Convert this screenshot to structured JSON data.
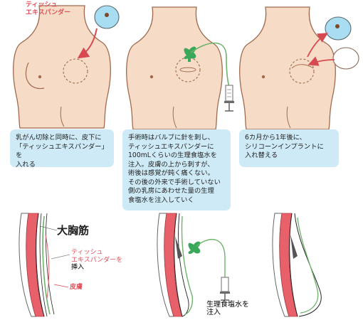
{
  "labels": {
    "tissue_expander_line1": "ティッシュ",
    "tissue_expander_line2": "エキスパンダー",
    "pectoralis_major": "大胸筋",
    "inserted_expander_line1": "ティッシュ",
    "inserted_expander_line2": "エキスパンダーを",
    "inserted_expander_line3": "挿入",
    "skin": "皮膚",
    "saline_line1": "生理食塩水を",
    "saline_line2": "注入"
  },
  "steps": [
    {
      "lines": [
        "乳がん切除と同時に、皮下に",
        "「ティッシュエキスパンダー」を",
        "入れる"
      ]
    },
    {
      "lines": [
        "手術時はバルブに針を刺し、",
        "ティッシュエキスパンダーに",
        "100mLくらいの生理食塩水を",
        "注入。皮膚の上から刺すが、",
        "術後は感覚が鈍く痛くない。",
        "その後の外来で手術していない",
        "側の乳房にあわせた量の生理",
        "食塩水を注入していく"
      ]
    },
    {
      "lines": [
        "6カ月から1年後に、",
        "シリコーンインプラントに",
        "入れ替える"
      ]
    }
  ],
  "colors": {
    "skin": "#f6dcc6",
    "outline": "#a06a4e",
    "muscle": "#e8606a",
    "box": "#cdeaf6",
    "arrow": "#d84a52",
    "valve": "#3aa85a",
    "tube": "#6db36a",
    "expander": "#a9def2"
  }
}
